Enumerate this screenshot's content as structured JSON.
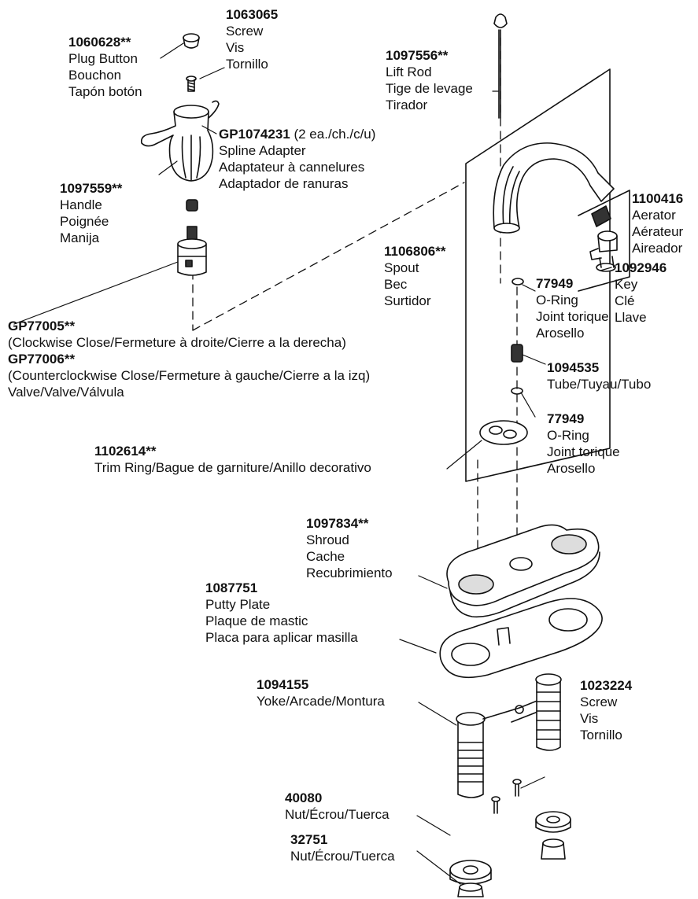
{
  "parts": {
    "screw_top": {
      "number": "1063065",
      "names": [
        "Screw",
        "Vis",
        "Tornillo"
      ]
    },
    "plug_button": {
      "number": "1060628**",
      "names": [
        "Plug Button",
        "Bouchon",
        "Tapón botón"
      ]
    },
    "lift_rod": {
      "number": "1097556**",
      "names": [
        "Lift Rod",
        "Tige de levage",
        "Tirador"
      ]
    },
    "spline_adapter": {
      "number": "GP1074231",
      "qty": " (2 ea./ch./c/u)",
      "names": [
        "Spline Adapter",
        "Adaptateur à cannelures",
        "Adaptador de ranuras"
      ]
    },
    "handle": {
      "number": "1097559**",
      "names": [
        "Handle",
        "Poignée",
        "Manija"
      ]
    },
    "aerator": {
      "number": "1100416",
      "names": [
        "Aerator",
        "Aérateur",
        "Aireador"
      ]
    },
    "spout": {
      "number": "1106806**",
      "names": [
        "Spout",
        "Bec",
        "Surtidor"
      ]
    },
    "key": {
      "number": "1092946",
      "names": [
        "Key",
        "Clé",
        "Llave"
      ]
    },
    "oring_1": {
      "number": "77949",
      "names": [
        "O-Ring",
        "Joint torique",
        "Arosello"
      ]
    },
    "valve": {
      "number_cw": "GP77005**",
      "desc_cw": "(Clockwise Close/Fermeture à droite/Cierre a la derecha)",
      "number_ccw": "GP77006**",
      "desc_ccw": "(Counterclockwise Close/Fermeture à gauche/Cierre a la izq)",
      "names": "Valve/Valve/Válvula"
    },
    "tube": {
      "number": "1094535",
      "names": "Tube/Tuyau/Tubo"
    },
    "oring_2": {
      "number": "77949",
      "names": [
        "O-Ring",
        "Joint torique",
        "Arosello"
      ]
    },
    "trim_ring": {
      "number": "1102614**",
      "names": "Trim Ring/Bague de garniture/Anillo decorativo"
    },
    "shroud": {
      "number": "1097834**",
      "names": [
        "Shroud",
        "Cache",
        "Recubrimiento"
      ]
    },
    "putty_plate": {
      "number": "1087751",
      "names": [
        "Putty Plate",
        "Plaque de mastic",
        "Placa para aplicar masilla"
      ]
    },
    "yoke": {
      "number": "1094155",
      "names": "Yoke/Arcade/Montura"
    },
    "screw_bottom": {
      "number": "1023224",
      "names": [
        "Screw",
        "Vis",
        "Tornillo"
      ]
    },
    "nut_large": {
      "number": "40080",
      "names": "Nut/Écrou/Tuerca"
    },
    "nut_small": {
      "number": "32751",
      "names": "Nut/Écrou/Tuerca"
    }
  },
  "colors": {
    "ink": "#111111",
    "part_fill": "#ffffff",
    "shade": "#d0d0d0"
  }
}
